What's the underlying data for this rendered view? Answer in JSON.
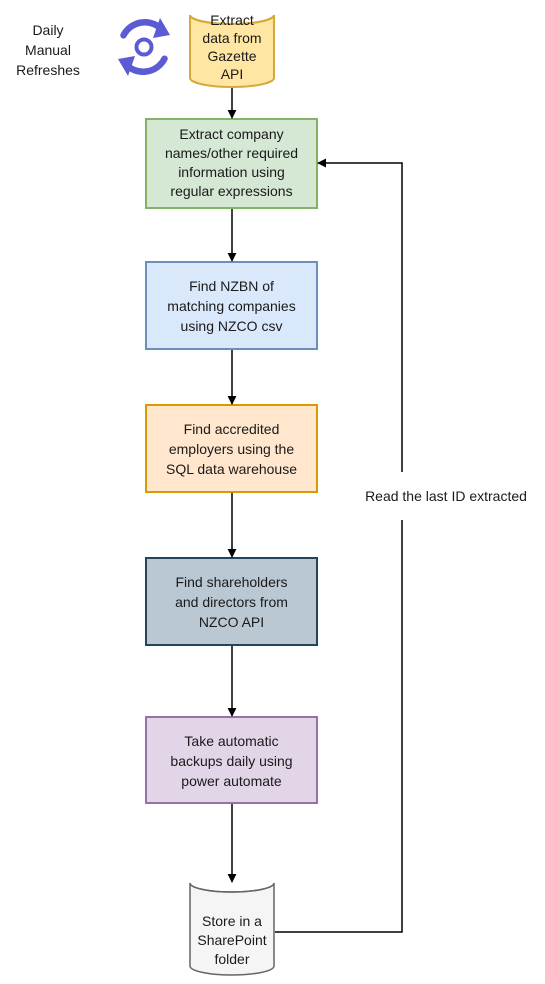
{
  "refresh_note": {
    "lines": [
      "Daily",
      "Manual",
      "Refreshes"
    ],
    "icon": "refresh-cycle-icon",
    "icon_color": "#5b5bd6"
  },
  "source": {
    "lines": [
      "Extract",
      "data from",
      "Gazette",
      "API"
    ],
    "fill": "#ffe6a3",
    "stroke": "#d6a93c"
  },
  "steps": [
    {
      "lines": [
        "Extract company",
        "names/other required",
        "information using",
        "regular expressions"
      ],
      "fill": "#d5e8d4",
      "stroke": "#82b366"
    },
    {
      "lines": [
        "Find NZBN of",
        "matching companies",
        "using NZCO csv"
      ],
      "fill": "#dae8fc",
      "stroke": "#6c8ebf"
    },
    {
      "lines": [
        "Find accredited",
        "employers using the",
        "SQL data warehouse"
      ],
      "fill": "#ffe6cc",
      "stroke": "#d79b00"
    },
    {
      "lines": [
        "Find shareholders",
        "and directors from",
        "NZCO API"
      ],
      "fill": "#bac8d3",
      "stroke": "#23445d"
    },
    {
      "lines": [
        "Take automatic",
        "backups daily using",
        "power automate"
      ],
      "fill": "#e1d5e7",
      "stroke": "#9673a6"
    }
  ],
  "store": {
    "lines": [
      "Store in a",
      "SharePoint",
      "folder"
    ],
    "fill": "#f5f5f5",
    "stroke": "#666666"
  },
  "loop_label": "Read the last ID extracted"
}
